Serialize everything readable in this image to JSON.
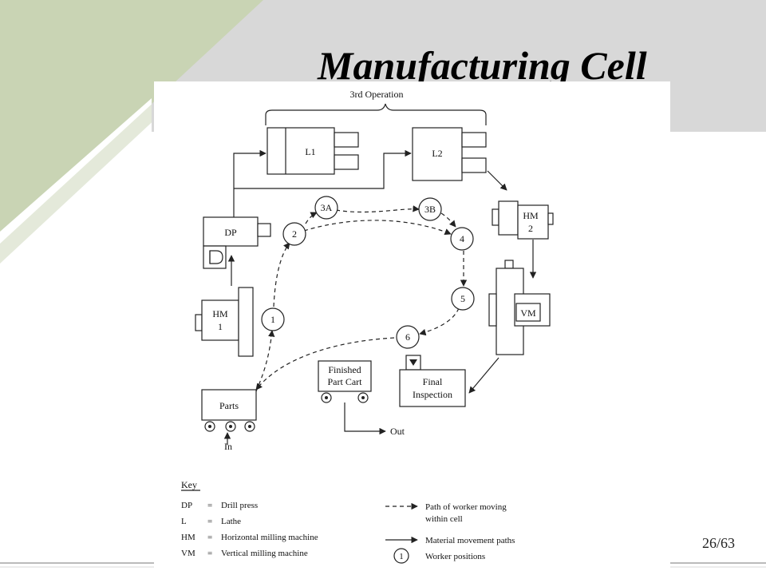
{
  "slide": {
    "title": "Manufacturing Cell",
    "page_number": "26/63",
    "colors": {
      "accent_green": "#c9d4b4",
      "title_panel_gray": "#d8d8d8"
    }
  },
  "diagram": {
    "bracket_label": "3rd Operation",
    "machines": {
      "l1": "L1",
      "l2": "L2",
      "hm2": [
        "HM",
        "2"
      ],
      "dp": "DP",
      "hm1": [
        "HM",
        "1"
      ],
      "vm": "VM",
      "parts": "Parts",
      "finished_cart": [
        "Finished",
        "Part Cart"
      ],
      "final_inspection": [
        "Final",
        "Inspection"
      ]
    },
    "worker_positions": [
      "1",
      "2",
      "3A",
      "3B",
      "4",
      "5",
      "6"
    ],
    "flow_labels": {
      "in": "In",
      "out": "Out"
    },
    "key": {
      "title": "Key",
      "left": [
        {
          "abbr": "DP",
          "eq": "=",
          "desc": "Drill press"
        },
        {
          "abbr": "L",
          "eq": "=",
          "desc": "Lathe"
        },
        {
          "abbr": "HM",
          "eq": "=",
          "desc": "Horizontal milling machine"
        },
        {
          "abbr": "VM",
          "eq": "=",
          "desc": "Vertical milling machine"
        }
      ],
      "right": [
        {
          "desc": [
            "Path of worker moving",
            "within cell"
          ]
        },
        {
          "desc": [
            "Material movement paths"
          ]
        },
        {
          "symbol": "1",
          "desc": [
            "Worker positions"
          ]
        }
      ]
    }
  }
}
